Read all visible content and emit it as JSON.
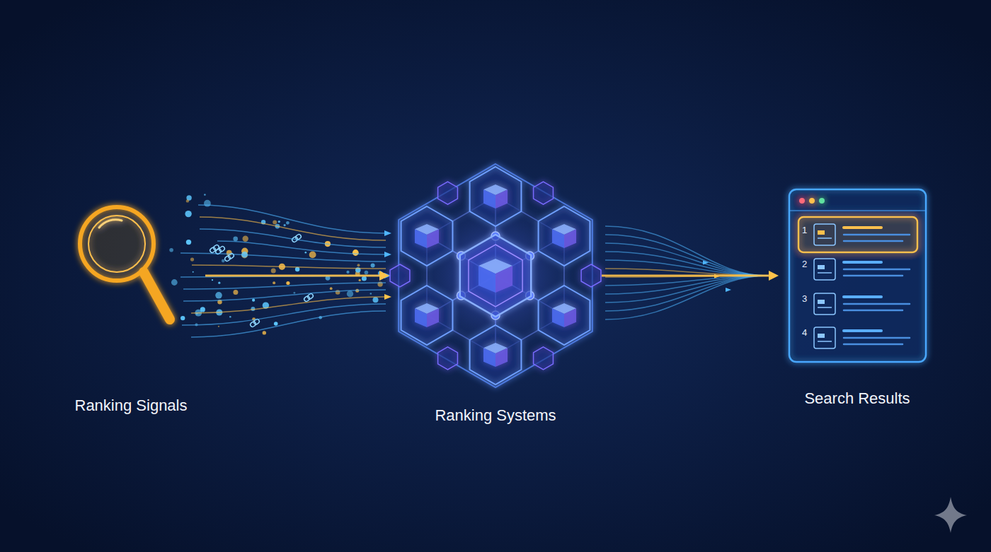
{
  "diagram": {
    "nodes": [
      {
        "text": [
          "Ranking Signals"
        ]
      },
      {
        "text": [
          "Ranking Systems"
        ]
      },
      {
        "text": [
          "Search Results"
        ]
      }
    ],
    "edges": [
      {
        "from": 0,
        "to": 1,
        "arrow": "to"
      },
      {
        "from": 1,
        "to": 2,
        "arrow": "to"
      }
    ],
    "labels": [
      "1",
      "2",
      "3",
      "4"
    ]
  }
}
